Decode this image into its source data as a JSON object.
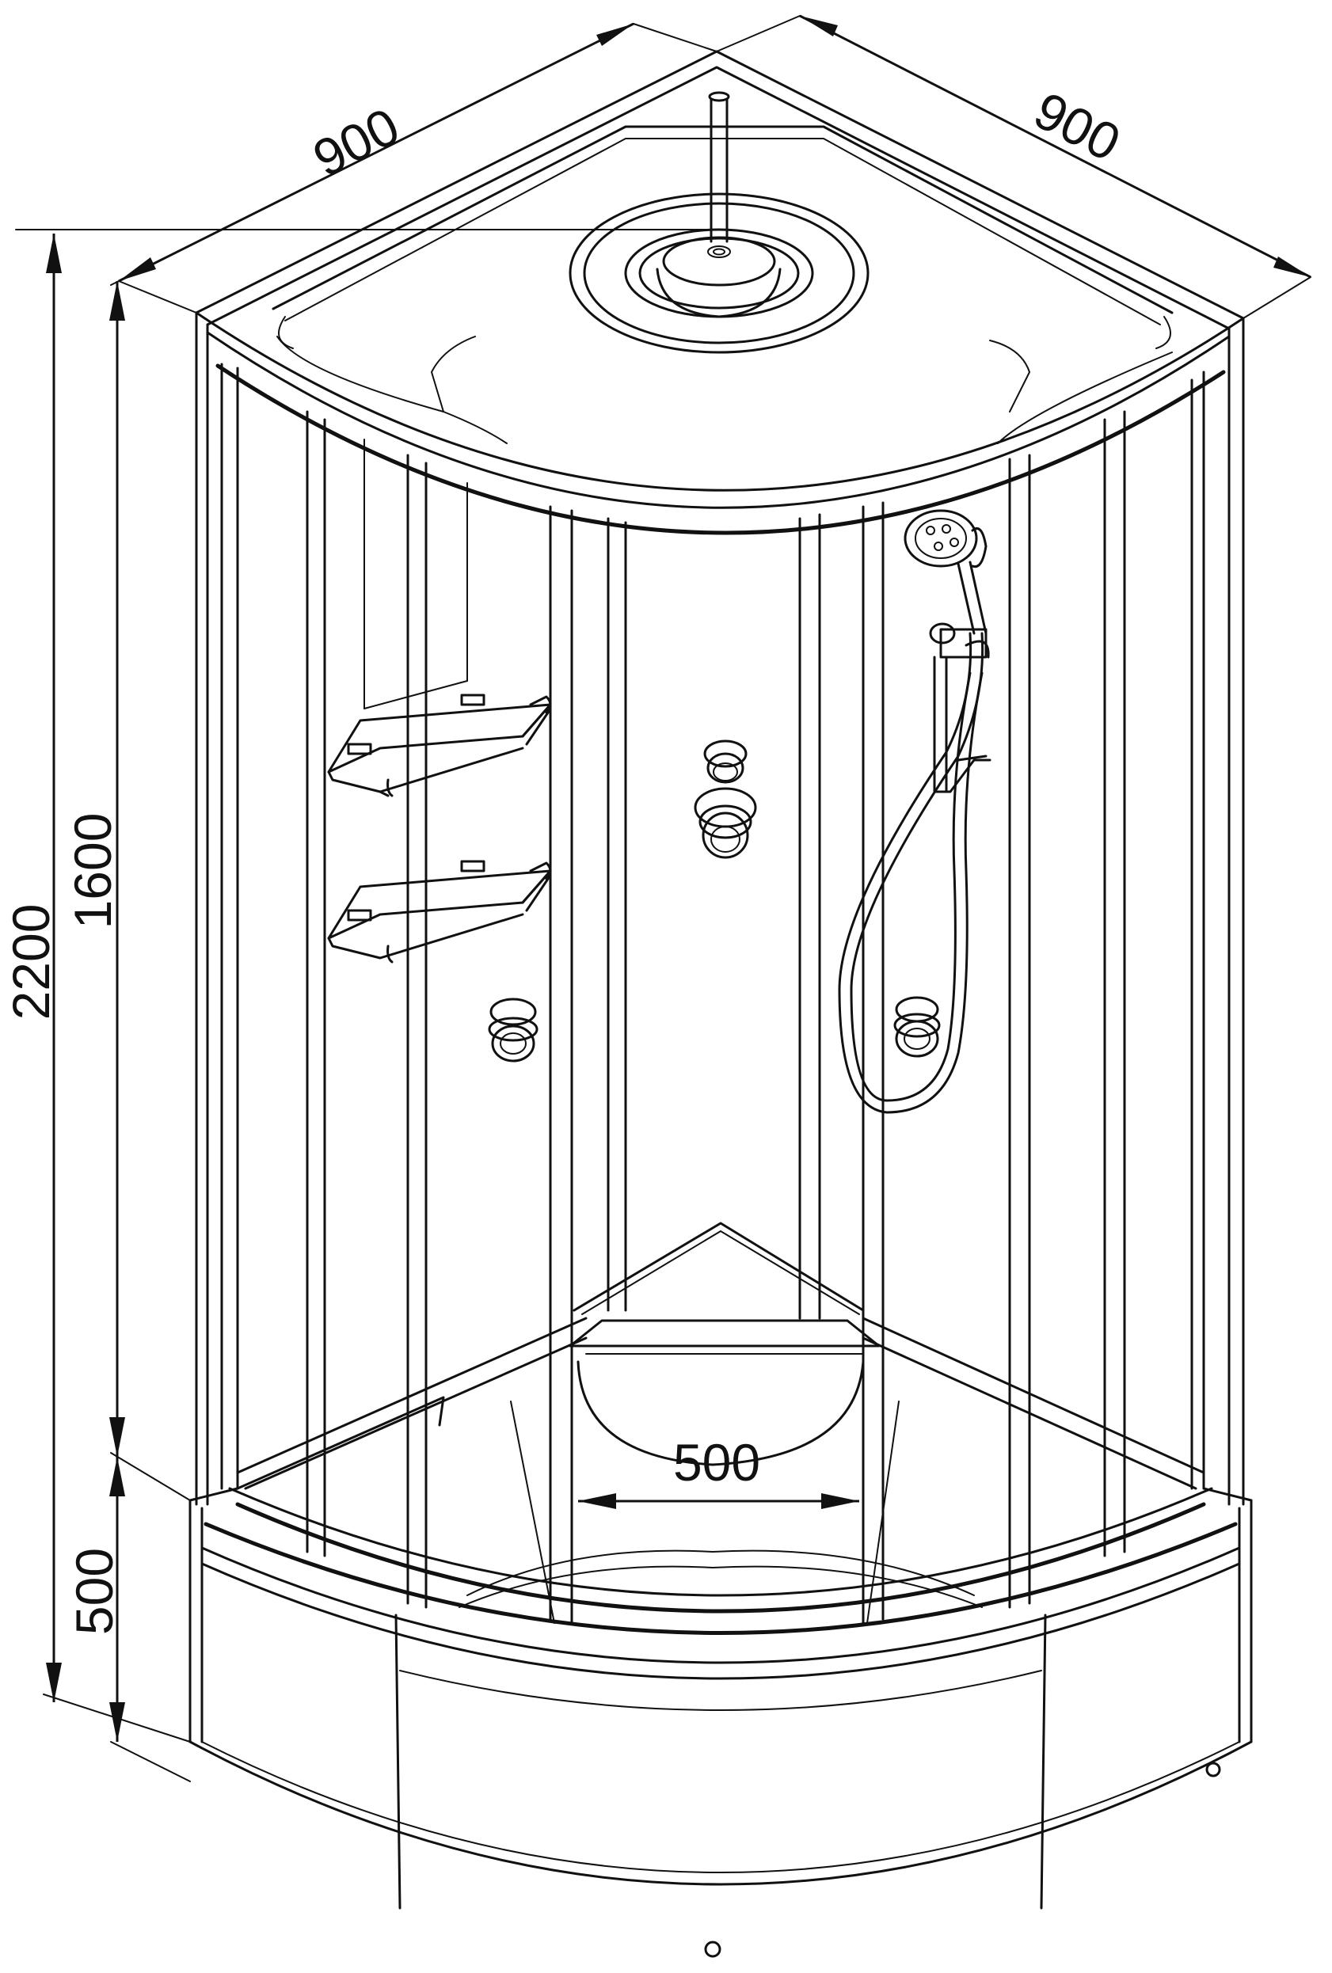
{
  "dimensions": {
    "top_left_width": "900",
    "top_right_depth": "900",
    "total_height": "2200",
    "cabin_height": "1600",
    "tray_height": "500",
    "seat_width": "500"
  }
}
